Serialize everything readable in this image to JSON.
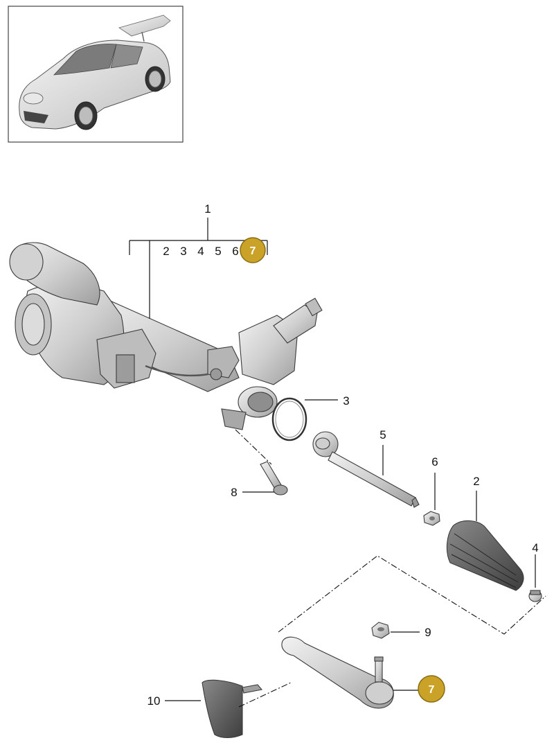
{
  "diagram": {
    "callouts": {
      "group": "1",
      "group_members": [
        "2",
        "3",
        "4",
        "5",
        "6"
      ],
      "gasket": "3",
      "inner_tie_rod": "5",
      "nut_small": "6",
      "boot": "2",
      "clamp": "4",
      "bolt": "8",
      "self_locking_nut": "9",
      "heat_shield": "10"
    },
    "badges": {
      "group_badge": "7",
      "tie_rod_end_badge": "7"
    },
    "colors": {
      "badge_fill": "#c9a227",
      "badge_stroke": "#8a6d12",
      "line": "#111111",
      "part_fill": "#d6d6d6",
      "part_dark": "#9a9a9a"
    }
  }
}
